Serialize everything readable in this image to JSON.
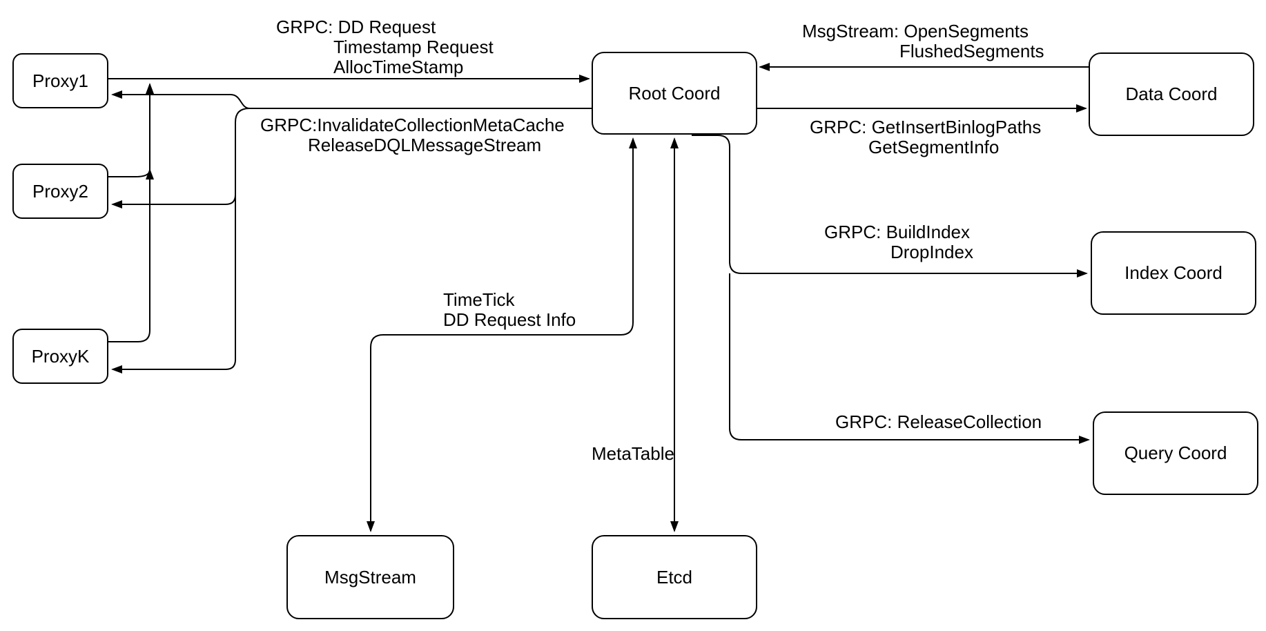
{
  "canvas": {
    "background": "#ffffff",
    "line_color": "#000000",
    "text_color": "#000000"
  },
  "nodes": {
    "proxy1": {
      "label": "Proxy1"
    },
    "proxy2": {
      "label": "Proxy2"
    },
    "proxyk": {
      "label": "ProxyK"
    },
    "root": {
      "label": "Root Coord"
    },
    "data": {
      "label": "Data Coord"
    },
    "index": {
      "label": "Index Coord"
    },
    "query": {
      "label": "Query Coord"
    },
    "msgstream": {
      "label": "MsgStream"
    },
    "etcd": {
      "label": "Etcd"
    }
  },
  "edge_labels": {
    "proxies_to_root": {
      "lines": [
        "GRPC: DD Request",
        "Timestamp Request",
        "AllocTimeStamp"
      ]
    },
    "root_to_proxies": {
      "lines": [
        "GRPC:InvalidateCollectionMetaCache",
        "ReleaseDQLMessageStream"
      ]
    },
    "data_to_root": {
      "lines": [
        "MsgStream: OpenSegments",
        "FlushedSegments"
      ]
    },
    "root_to_data": {
      "lines": [
        "GRPC: GetInsertBinlogPaths",
        "GetSegmentInfo"
      ]
    },
    "root_to_index": {
      "lines": [
        "GRPC: BuildIndex",
        "DropIndex"
      ]
    },
    "root_to_query": {
      "lines": [
        "GRPC: ReleaseCollection"
      ]
    },
    "root_to_msgstream": {
      "lines": [
        "TimeTick",
        "DD Request Info"
      ]
    },
    "root_to_etcd": {
      "lines": [
        "MetaTable"
      ]
    }
  }
}
